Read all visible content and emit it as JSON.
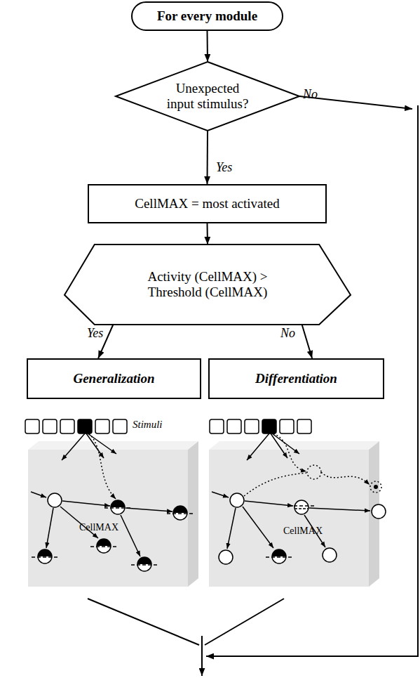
{
  "diagram": {
    "nodes": [
      {
        "text": [
          "For every module"
        ]
      },
      {
        "text": [
          "Unexpected input stimulus?"
        ]
      },
      {
        "text": [
          "CellMAX = most activated"
        ]
      },
      {
        "text": [
          "Activity (CellMAX) > Threshold (CellMAX)"
        ]
      },
      {
        "text": [
          "Generalization"
        ]
      },
      {
        "text": [
          "Differentiation"
        ]
      }
    ],
    "edges": [
      {
        "from": 0,
        "to": 1,
        "arrow": "to"
      },
      {
        "from": 1,
        "to": 2,
        "arrow": "to",
        "label": "Yes"
      },
      {
        "from": 2,
        "to": 3,
        "arrow": "to"
      },
      {
        "from": 3,
        "to": 4,
        "arrow": "to",
        "label": "Yes"
      },
      {
        "from": 3,
        "to": 5,
        "arrow": "to",
        "label": "No"
      }
    ],
    "labels": [
      "No",
      "Stimuli",
      "CellMAX",
      "CellMAX"
    ]
  }
}
